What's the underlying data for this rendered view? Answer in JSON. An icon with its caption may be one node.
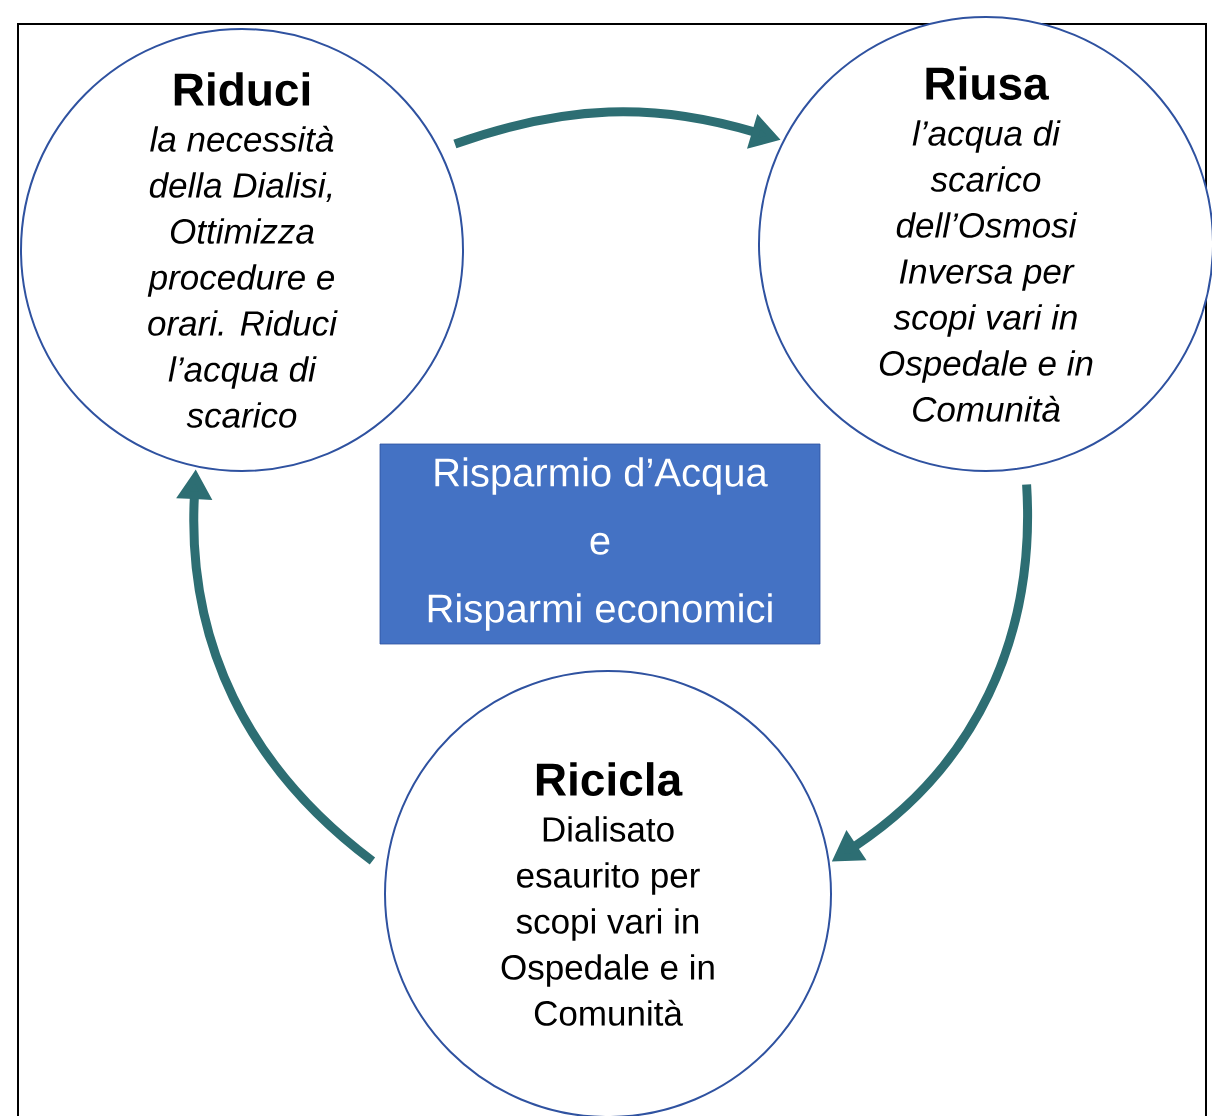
{
  "diagram": {
    "nodes": [
      {
        "text": [
          "Riduci",
          "la necessità della Dialisi, Ottimizza procedure e orari. Riduci l’acqua di scarico"
        ]
      },
      {
        "text": [
          "Riusa",
          "l’acqua di scarico dell’Osmosi Inversa per scopi vari in Ospedale e in Comunità"
        ]
      },
      {
        "text": [
          "Risparmio d’Acqua",
          "e",
          "Risparmi economici"
        ]
      },
      {
        "text": [
          "Ricicla",
          "Dialisato esaurito per scopi vari in Ospedale e in Comunità"
        ]
      }
    ],
    "edges": [
      {
        "from": 0,
        "to": 1,
        "arrow": "to"
      },
      {
        "from": 1,
        "to": 3,
        "arrow": "to"
      },
      {
        "from": 3,
        "to": 0,
        "arrow": "to"
      }
    ]
  }
}
